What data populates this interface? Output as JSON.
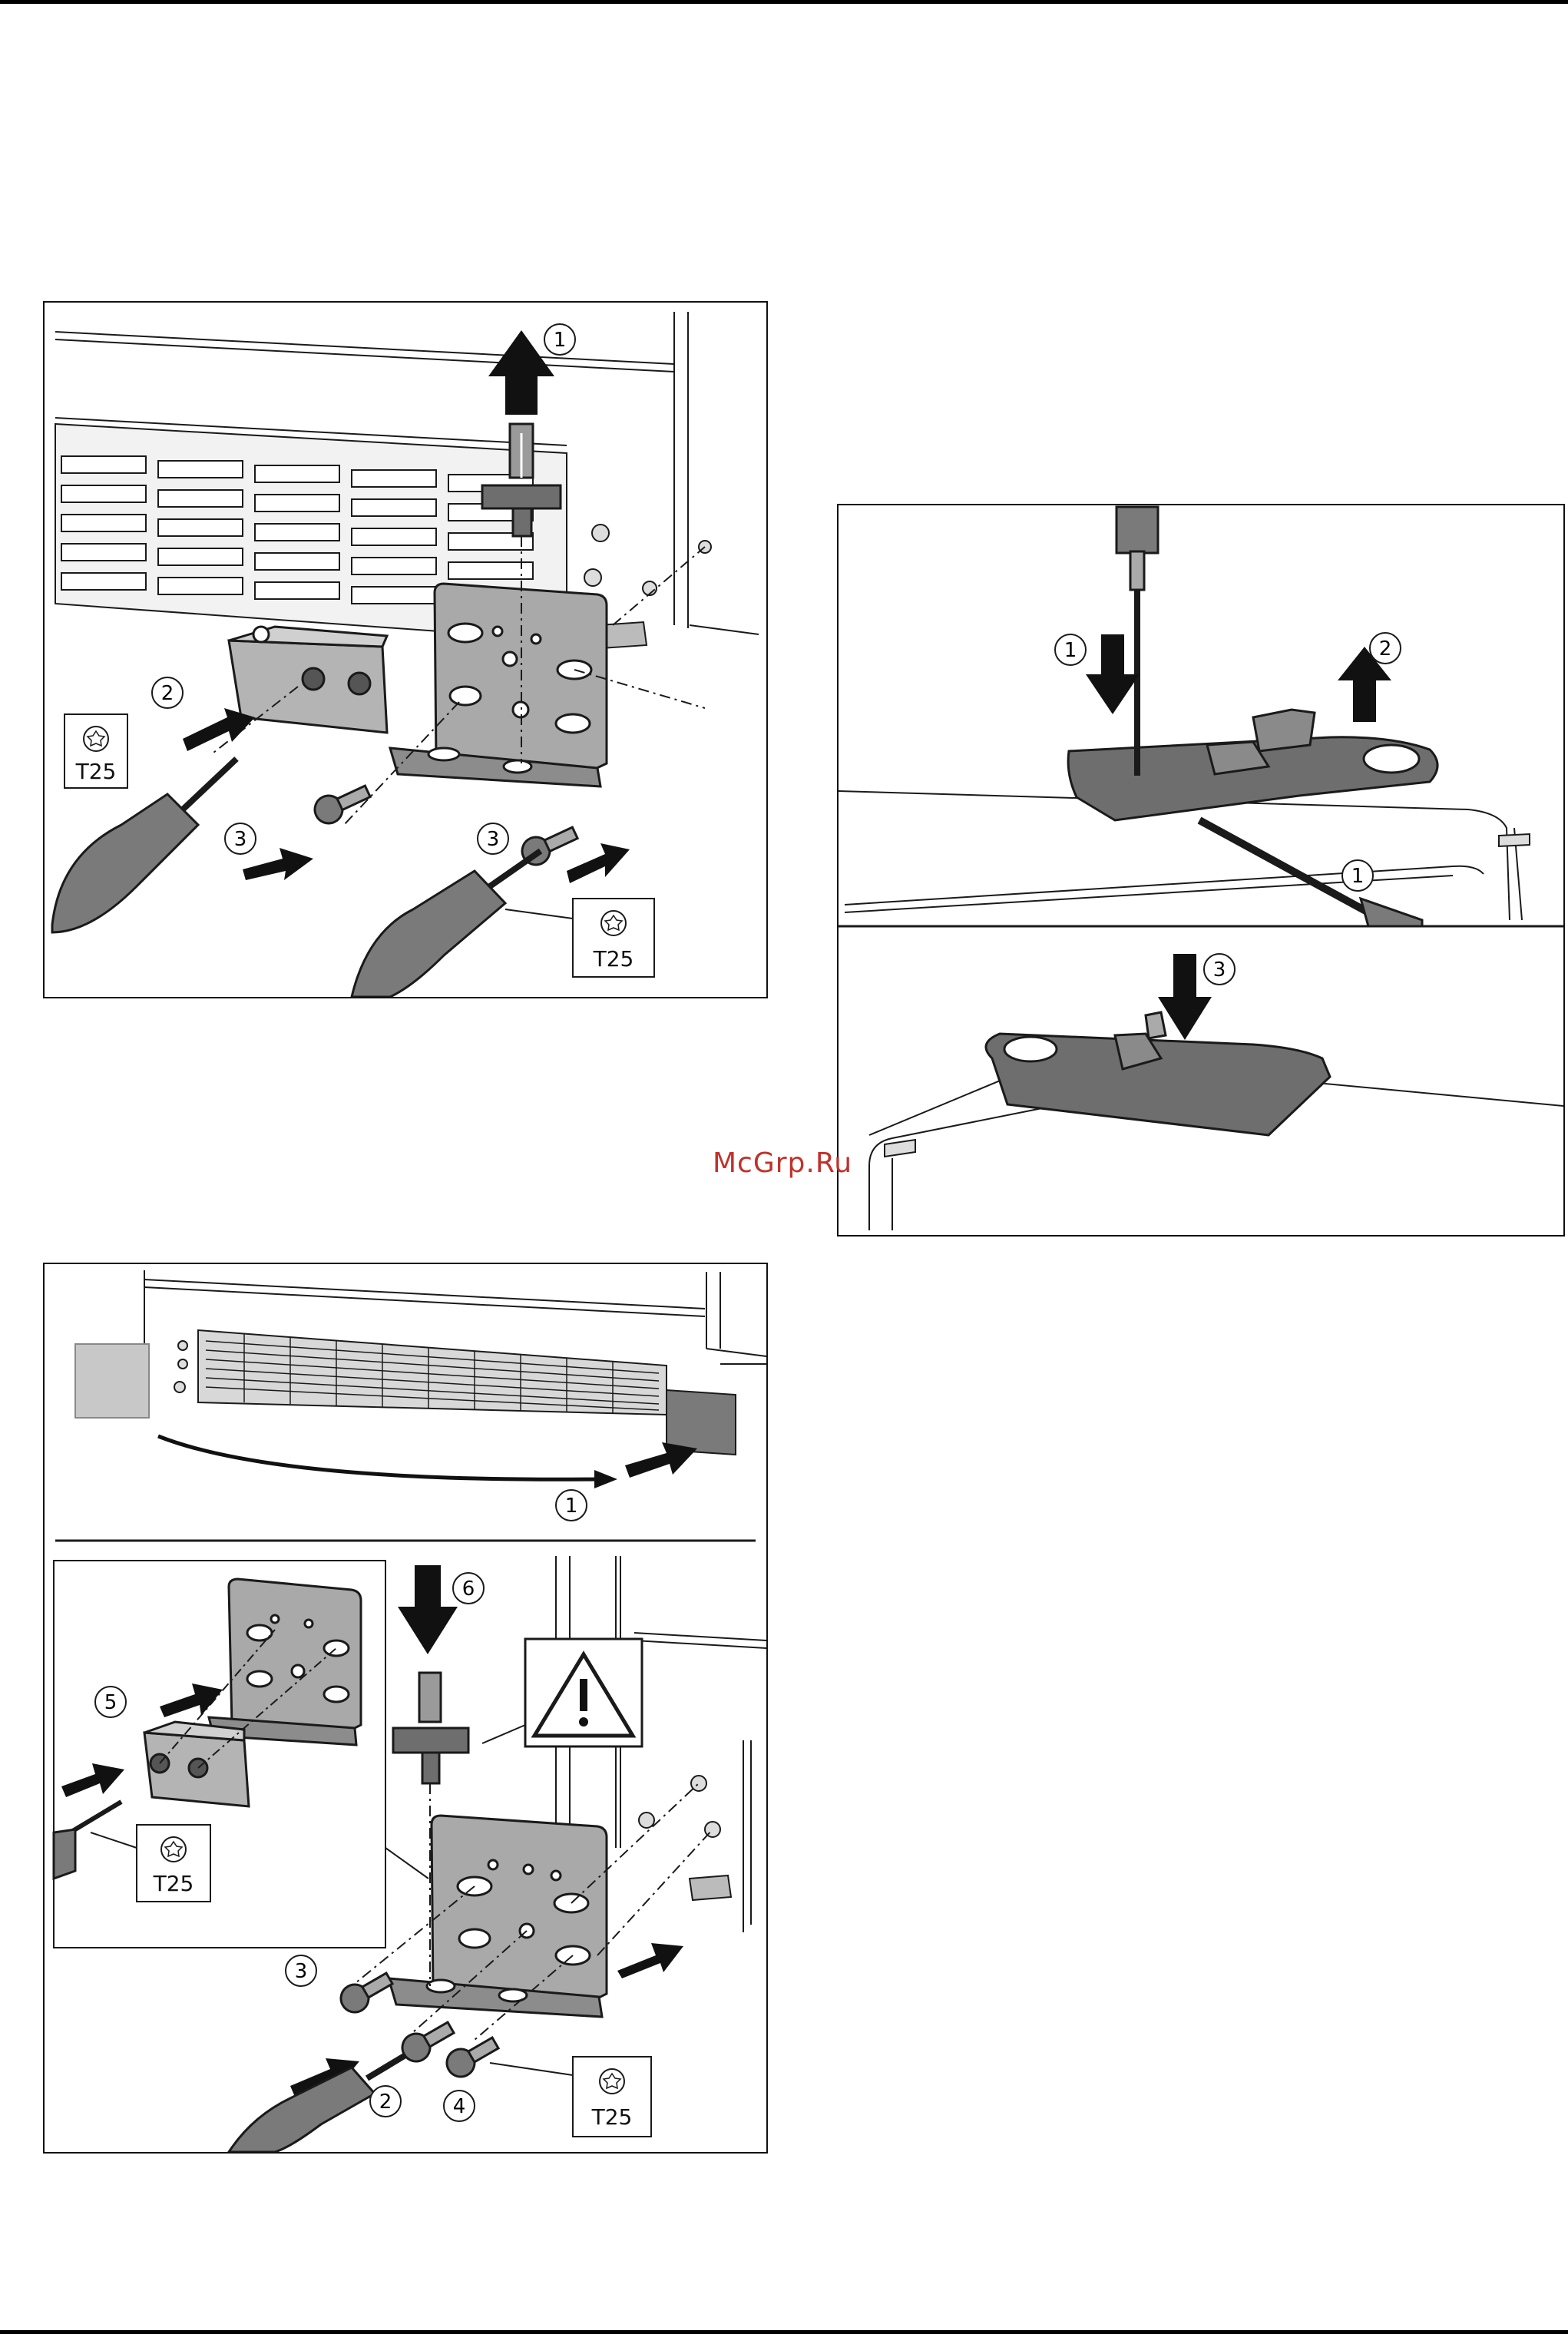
{
  "watermark": "McGrp.Ru",
  "tool_size": "T25",
  "figure_a": {
    "callouts": [
      "1",
      "2",
      "3",
      "3"
    ],
    "tool_labels": [
      "T25",
      "T25"
    ]
  },
  "figure_b": {
    "callouts": [
      "1",
      "2",
      "1",
      "3"
    ]
  },
  "figure_c": {
    "callouts": [
      "1",
      "6",
      "5",
      "3",
      "2",
      "4"
    ],
    "tool_labels": [
      "T25",
      "T25"
    ]
  },
  "colors": {
    "line": "#1a1a1a",
    "metal": "#a9a9a9",
    "metal_dark": "#6e6e6e",
    "plate_grey": "#8c8c8c",
    "panel_light": "#c8c8c8",
    "panel_dark": "#7a7a7a",
    "watermark": "#c0322b"
  },
  "icons": [
    "torx-icon",
    "arrow-icon",
    "warning-triangle-icon",
    "screwdriver-icon"
  ]
}
